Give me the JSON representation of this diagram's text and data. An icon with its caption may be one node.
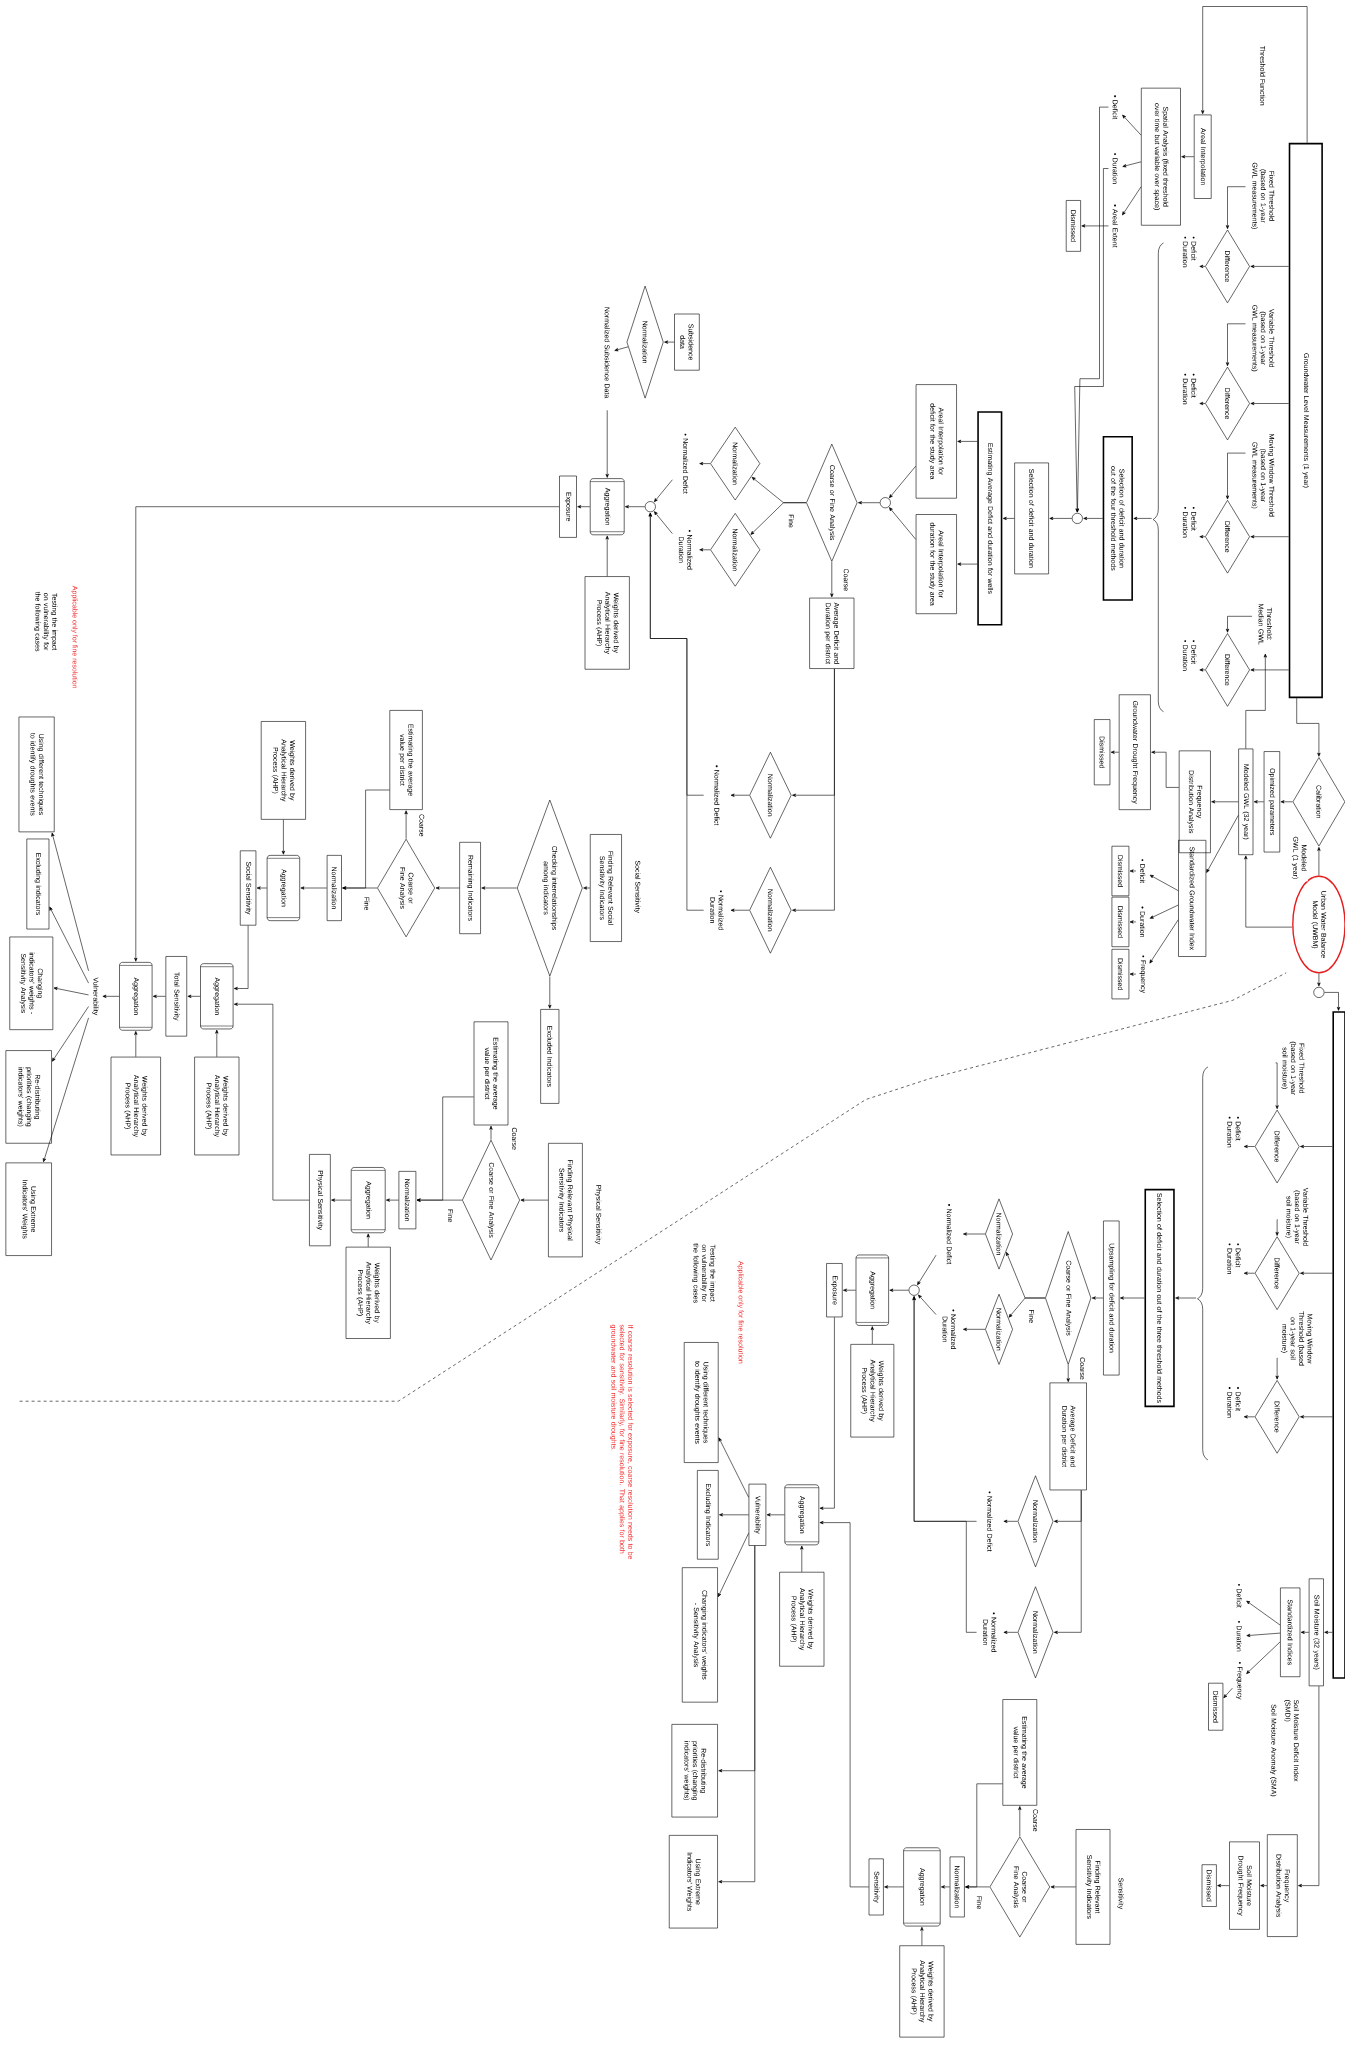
{
  "diagram": {
    "nodes": [
      {
        "text": [
          "Groundwater Level Measurements (1 year)"
        ]
      },
      {
        "text": [
          "Fixed Threshold (based on 1-year GWL measurements)"
        ]
      },
      {
        "text": [
          "Difference"
        ]
      },
      {
        "text": [
          "• Deficit",
          "• Duration"
        ]
      },
      {
        "text": [
          "Variable Threshold (based on 1-year GWL measurements)"
        ]
      },
      {
        "text": [
          "Difference"
        ]
      },
      {
        "text": [
          "• Deficit",
          "• Duration"
        ]
      },
      {
        "text": [
          "Moving Window Threshold (based on 1-year GWL measurements)"
        ]
      },
      {
        "text": [
          "Difference"
        ]
      },
      {
        "text": [
          "• Deficit",
          "• Duration"
        ]
      },
      {
        "text": [
          "Threshold: Median GWL"
        ]
      },
      {
        "text": [
          "Difference"
        ]
      },
      {
        "text": [
          "• Deficit",
          "• Duration"
        ]
      },
      {
        "text": [
          "Areal Interpolation"
        ]
      },
      {
        "text": [
          "Spatial Analysis (fixed threshold over time but variable over space)"
        ]
      },
      {
        "text": [
          "• Deficit"
        ]
      },
      {
        "text": [
          "• Duration"
        ]
      },
      {
        "text": [
          "• Areal Extent"
        ]
      },
      {
        "text": [
          "Dismissed"
        ]
      },
      {
        "text": [
          "Selection of deficit and duration out of the four threshold methods"
        ]
      },
      {
        "text": [],
        "shape": "circle"
      },
      {
        "text": [
          "Selection of deficit and duration"
        ]
      },
      {
        "text": [
          "Estimating Average Defict and duration for wells"
        ]
      },
      {
        "text": [
          "Areal Interpolation for deficit for the study area"
        ]
      },
      {
        "text": [
          "Areal Interpolation for duration for the study area"
        ]
      },
      {
        "text": [],
        "shape": "circle"
      },
      {
        "text": [
          "Coarse or Fine Analysis"
        ]
      },
      {
        "text": [
          "Normalization"
        ]
      },
      {
        "text": [
          "Normalization"
        ]
      },
      {
        "text": [
          "• Normalized Defict"
        ]
      },
      {
        "text": [
          "• Normalized Duration"
        ]
      },
      {
        "text": [],
        "shape": "circle"
      },
      {
        "text": [
          "Aggregation"
        ]
      },
      {
        "text": [
          "Average Deficit and Duration per district"
        ]
      },
      {
        "text": [
          "Normalization"
        ]
      },
      {
        "text": [
          "Normalization"
        ]
      },
      {
        "text": [
          "• Normalized Defict"
        ]
      },
      {
        "text": [
          "• Normalized Duration"
        ]
      },
      {
        "text": [
          "Subsidence data"
        ]
      },
      {
        "text": [
          "Normalization"
        ]
      },
      {
        "text": [
          "Normalized Subsidence Data"
        ]
      },
      {
        "text": [
          "Weights derived by Analytical Hierarchy Process (AHP)"
        ]
      },
      {
        "text": [
          "Exposure"
        ]
      },
      {
        "text": [
          "Finding Relevant Social Sensitivity Indicators"
        ]
      },
      {
        "text": [
          "Checking interrelationships among indicators"
        ]
      },
      {
        "text": [
          "Remaining Indicators"
        ]
      },
      {
        "text": [
          "Excluded Indicators"
        ]
      },
      {
        "text": [
          "Coarse or Fine Analysis"
        ]
      },
      {
        "text": [
          "Estimating the average value per district"
        ]
      },
      {
        "text": [
          "Normalization"
        ]
      },
      {
        "text": [
          "Aggregation"
        ]
      },
      {
        "text": [
          "Weights derived by Analytical Hierarchy Process (AHP)"
        ]
      },
      {
        "text": [
          "Social Sensitivity"
        ]
      },
      {
        "text": [
          "Finding Relevant Physical Sensitivity Indicators"
        ]
      },
      {
        "text": [
          "Coarse or Fine Analysis"
        ]
      },
      {
        "text": [
          "Estimating the average value per district"
        ]
      },
      {
        "text": [
          "Normalization"
        ]
      },
      {
        "text": [
          "Aggregation"
        ]
      },
      {
        "text": [
          "Weights derived by Analytical Hierarchy Process (AHP)"
        ]
      },
      {
        "text": [
          "Physical Sensitivity"
        ]
      },
      {
        "text": [
          "Aggregation"
        ]
      },
      {
        "text": [
          "Weights derived by Analytical Hierarchy Process (AHP)"
        ]
      },
      {
        "text": [
          "Total Sensitivity"
        ]
      },
      {
        "text": [
          "Aggregation"
        ]
      },
      {
        "text": [
          "Weights derived by Analytical Hierarchy Process (AHP)"
        ]
      },
      {
        "text": [
          "Vulnerability"
        ]
      },
      {
        "text": [
          "Using different techniques to identify droughts events"
        ]
      },
      {
        "text": [
          "Excluding indicators"
        ]
      },
      {
        "text": [
          "Changing indicators' weights - Sensitivity Analysis"
        ]
      },
      {
        "text": [
          "Re-distributing priorities (changing indicators' weights)"
        ]
      },
      {
        "text": [
          "Using Extreme Indicators' Weights"
        ]
      },
      {
        "text": [
          "Calibration"
        ]
      },
      {
        "text": [
          "Urban Water Balance Model (UWBM)"
        ]
      },
      {
        "text": [
          "Opimized parameters"
        ]
      },
      {
        "text": [
          "Modeled GWL (32 year)"
        ]
      },
      {
        "text": [
          "Frequency Distribution Analysis"
        ]
      },
      {
        "text": [
          "Groundwater Drought Frequency"
        ]
      },
      {
        "text": [
          "Dismissed"
        ]
      },
      {
        "text": [
          "Standardized Groundwater Index"
        ]
      },
      {
        "text": [
          "• Deficit"
        ]
      },
      {
        "text": [
          "• Duration"
        ]
      },
      {
        "text": [
          "• Frequency"
        ]
      },
      {
        "text": [
          "Dismissed"
        ]
      },
      {
        "text": [
          "Dismissed"
        ]
      },
      {
        "text": [
          "Dismissed"
        ]
      },
      {
        "text": [],
        "shape": "circle"
      },
      {
        "text": [],
        "shape": "box"
      },
      {
        "text": [
          "Fixed Threshold (based on 1-year soil moisture)"
        ]
      },
      {
        "text": [
          "Difference"
        ]
      },
      {
        "text": [
          "• Deficit",
          "• Duration"
        ]
      },
      {
        "text": [
          "Variable Threshold (based on 1-year soil moisture)"
        ]
      },
      {
        "text": [
          "Difference"
        ]
      },
      {
        "text": [
          "• Deficit",
          "• Duration"
        ]
      },
      {
        "text": [
          "Moving Window Threshold (based on 1-year soil moisture)"
        ]
      },
      {
        "text": [
          "Difference"
        ]
      },
      {
        "text": [
          "• Deficit",
          "• Duration"
        ]
      },
      {
        "text": [
          "Selection of deficit and duration out of the three threshold methods"
        ]
      },
      {
        "text": [
          "Upsampling for deficit and duration"
        ]
      },
      {
        "text": [
          "Coarse or Fine Analysis"
        ]
      },
      {
        "text": [
          "Normalization"
        ]
      },
      {
        "text": [
          "Normalization"
        ]
      },
      {
        "text": [
          "• Normalized Defict"
        ]
      },
      {
        "text": [
          "• Normalized Duration"
        ]
      },
      {
        "text": [],
        "shape": "circle"
      },
      {
        "text": [
          "Average Deficit and Duration per district"
        ]
      },
      {
        "text": [
          "Normalization"
        ]
      },
      {
        "text": [
          "Normalization"
        ]
      },
      {
        "text": [
          "• Normalized Defict"
        ]
      },
      {
        "text": [
          "• Normalized Duration"
        ]
      },
      {
        "text": [
          "Aggregation"
        ]
      },
      {
        "text": [
          "Weights derived by Analytical Hierarchy Process (AHP)"
        ]
      },
      {
        "text": [
          "Exposure"
        ]
      },
      {
        "text": [
          "Finding Relevant Sensitivity Indicators"
        ]
      },
      {
        "text": [
          "Coarse or Fine Analysis"
        ]
      },
      {
        "text": [
          "Estimating the average value per district"
        ]
      },
      {
        "text": [
          "Normalization"
        ]
      },
      {
        "text": [
          "Aggregation"
        ]
      },
      {
        "text": [
          "Weights derived by Analytical Hierarchy Process (AHP)"
        ]
      },
      {
        "text": [
          "Sensitivity"
        ]
      },
      {
        "text": [
          "Aggregation"
        ]
      },
      {
        "text": [
          "Weights derived by Analytical Hierarchy Process (AHP)"
        ]
      },
      {
        "text": [
          "Vulnerability"
        ]
      },
      {
        "text": [
          "Using different techniques to identify droughts events"
        ]
      },
      {
        "text": [
          "Excluding Indicators"
        ]
      },
      {
        "text": [
          "Changing indicators' weights - Sensitivity Analysis"
        ]
      },
      {
        "text": [
          "Re-distributing priorities (changing indicators' weights)"
        ]
      },
      {
        "text": [
          "Using Extreme Indicators' Weights"
        ]
      },
      {
        "text": [
          "Soil Moisture (32 years)"
        ]
      },
      {
        "text": [
          "Standardized Indices"
        ],
        "beside": [
          "Soil Moisture Deficit Index (SMDI)",
          "Soil Moisture Anomaly (SMA)"
        ]
      },
      {
        "text": [
          "• Deficit"
        ]
      },
      {
        "text": [
          "• Duration"
        ]
      },
      {
        "text": [
          "• Frequency"
        ]
      },
      {
        "text": [
          "Dismissed"
        ]
      },
      {
        "text": [
          "Frequency Distribution Analysis"
        ]
      },
      {
        "text": [
          "Soil Moisture Drought Frequency"
        ]
      },
      {
        "text": [
          "Dismissed"
        ]
      },
      {
        "text": [],
        "shape": "brace"
      },
      {
        "text": [],
        "shape": "brace"
      }
    ],
    "edges": [
      {
        "from": 0,
        "to": 2,
        "arrow": "to"
      },
      {
        "from": 0,
        "to": 5,
        "arrow": "to"
      },
      {
        "from": 0,
        "to": 8,
        "arrow": "to"
      },
      {
        "from": 0,
        "to": 11,
        "arrow": "to"
      },
      {
        "from": 1,
        "to": 2,
        "arrow": "to"
      },
      {
        "from": 4,
        "to": 5,
        "arrow": "to"
      },
      {
        "from": 7,
        "to": 8,
        "arrow": "to"
      },
      {
        "from": 10,
        "to": 11,
        "arrow": "to"
      },
      {
        "from": 2,
        "to": 3,
        "arrow": "to"
      },
      {
        "from": 5,
        "to": 6,
        "arrow": "to"
      },
      {
        "from": 8,
        "to": 9,
        "arrow": "to"
      },
      {
        "from": 11,
        "to": 12,
        "arrow": "to"
      },
      {
        "from": 0,
        "to": 13,
        "arrow": "to"
      },
      {
        "from": 13,
        "to": 14,
        "arrow": "to"
      },
      {
        "from": 14,
        "to": 15,
        "arrow": "to"
      },
      {
        "from": 14,
        "to": 16,
        "arrow": "to"
      },
      {
        "from": 14,
        "to": 17,
        "arrow": "to"
      },
      {
        "from": 17,
        "to": 18,
        "arrow": "to"
      },
      {
        "from": 15,
        "to": 20,
        "arrow": "to"
      },
      {
        "from": 16,
        "to": 20,
        "arrow": "to"
      },
      {
        "from": 136,
        "to": 19,
        "arrow": "to"
      },
      {
        "from": 19,
        "to": 20,
        "arrow": "to"
      },
      {
        "from": 20,
        "to": 21,
        "arrow": "to"
      },
      {
        "from": 21,
        "to": 22,
        "arrow": "to"
      },
      {
        "from": 22,
        "to": 23,
        "arrow": "to"
      },
      {
        "from": 22,
        "to": 24,
        "arrow": "to"
      },
      {
        "from": 23,
        "to": 25,
        "arrow": "to"
      },
      {
        "from": 24,
        "to": 25,
        "arrow": "to"
      },
      {
        "from": 25,
        "to": 26,
        "arrow": "to"
      },
      {
        "from": 26,
        "to": 27,
        "arrow": "to",
        "label": "Fine"
      },
      {
        "from": 26,
        "to": 28,
        "arrow": "to"
      },
      {
        "from": 27,
        "to": 29,
        "arrow": "to"
      },
      {
        "from": 28,
        "to": 30,
        "arrow": "to"
      },
      {
        "from": 29,
        "to": 31,
        "arrow": "to"
      },
      {
        "from": 30,
        "to": 31,
        "arrow": "to"
      },
      {
        "from": 26,
        "to": 33,
        "arrow": "to",
        "label": "Coarse"
      },
      {
        "from": 33,
        "to": 34,
        "arrow": "to"
      },
      {
        "from": 33,
        "to": 35,
        "arrow": "to"
      },
      {
        "from": 34,
        "to": 36,
        "arrow": "to"
      },
      {
        "from": 35,
        "to": 37,
        "arrow": "to"
      },
      {
        "from": 36,
        "to": 31,
        "arrow": "to"
      },
      {
        "from": 37,
        "to": 31,
        "arrow": "to"
      },
      {
        "from": 31,
        "to": 32,
        "arrow": "to"
      },
      {
        "from": 38,
        "to": 39,
        "arrow": "to"
      },
      {
        "from": 39,
        "to": 40,
        "arrow": "to"
      },
      {
        "from": 40,
        "to": 32,
        "arrow": "to"
      },
      {
        "from": 41,
        "to": 32,
        "arrow": "to"
      },
      {
        "from": 32,
        "to": 42,
        "arrow": "to"
      },
      {
        "from": 42,
        "to": 63,
        "arrow": "to"
      },
      {
        "from": 43,
        "to": 44,
        "arrow": "to"
      },
      {
        "from": 44,
        "to": 45,
        "arrow": "to"
      },
      {
        "from": 44,
        "to": 46,
        "arrow": "to"
      },
      {
        "from": 45,
        "to": 47,
        "arrow": "to"
      },
      {
        "from": 47,
        "to": 48,
        "arrow": "to",
        "label": "Coarse"
      },
      {
        "from": 47,
        "to": 49,
        "arrow": "to",
        "label": "Fine"
      },
      {
        "from": 48,
        "to": 49,
        "arrow": "to"
      },
      {
        "from": 49,
        "to": 50,
        "arrow": "to"
      },
      {
        "from": 51,
        "to": 50,
        "arrow": "to"
      },
      {
        "from": 50,
        "to": 52,
        "arrow": "to"
      },
      {
        "from": 52,
        "to": 60,
        "arrow": "to"
      },
      {
        "from": 53,
        "to": 54,
        "arrow": "to"
      },
      {
        "from": 54,
        "to": 55,
        "arrow": "to",
        "label": "Coarse"
      },
      {
        "from": 54,
        "to": 56,
        "arrow": "to",
        "label": "Fine"
      },
      {
        "from": 55,
        "to": 56,
        "arrow": "to"
      },
      {
        "from": 56,
        "to": 57,
        "arrow": "to"
      },
      {
        "from": 58,
        "to": 57,
        "arrow": "to"
      },
      {
        "from": 57,
        "to": 59,
        "arrow": "to"
      },
      {
        "from": 59,
        "to": 60,
        "arrow": "to"
      },
      {
        "from": 61,
        "to": 60,
        "arrow": "to"
      },
      {
        "from": 60,
        "to": 62,
        "arrow": "to"
      },
      {
        "from": 62,
        "to": 63,
        "arrow": "to"
      },
      {
        "from": 64,
        "to": 63,
        "arrow": "to"
      },
      {
        "from": 63,
        "to": 65,
        "arrow": "to"
      },
      {
        "from": 65,
        "to": 66,
        "arrow": "to"
      },
      {
        "from": 65,
        "to": 67,
        "arrow": "to"
      },
      {
        "from": 65,
        "to": 68,
        "arrow": "to"
      },
      {
        "from": 65,
        "to": 69,
        "arrow": "to"
      },
      {
        "from": 65,
        "to": 70,
        "arrow": "to"
      },
      {
        "from": 0,
        "to": 71,
        "arrow": "to"
      },
      {
        "from": 72,
        "to": 71,
        "arrow": "to",
        "label": "Modeled GWL (1 year)"
      },
      {
        "from": 71,
        "to": 73,
        "arrow": "to"
      },
      {
        "from": 73,
        "to": 74,
        "arrow": "to"
      },
      {
        "from": 72,
        "to": 74,
        "arrow": "to"
      },
      {
        "from": 74,
        "to": 10,
        "arrow": "to"
      },
      {
        "from": 74,
        "to": 75,
        "arrow": "to"
      },
      {
        "from": 75,
        "to": 76,
        "arrow": "to"
      },
      {
        "from": 76,
        "to": 77,
        "arrow": "to"
      },
      {
        "from": 74,
        "to": 78,
        "arrow": "to"
      },
      {
        "from": 78,
        "to": 79,
        "arrow": "to"
      },
      {
        "from": 78,
        "to": 80,
        "arrow": "to"
      },
      {
        "from": 78,
        "to": 81,
        "arrow": "to"
      },
      {
        "from": 79,
        "to": 82,
        "arrow": "to"
      },
      {
        "from": 80,
        "to": 83,
        "arrow": "to"
      },
      {
        "from": 81,
        "to": 84,
        "arrow": "to"
      },
      {
        "from": 72,
        "to": 85,
        "arrow": "to"
      },
      {
        "from": 85,
        "to": 86,
        "arrow": "to"
      },
      {
        "from": 86,
        "to": 88,
        "arrow": "to"
      },
      {
        "from": 86,
        "to": 91,
        "arrow": "to"
      },
      {
        "from": 86,
        "to": 94,
        "arrow": "to"
      },
      {
        "from": 87,
        "to": 88,
        "arrow": "to"
      },
      {
        "from": 90,
        "to": 91,
        "arrow": "to"
      },
      {
        "from": 93,
        "to": 94,
        "arrow": "to"
      },
      {
        "from": 88,
        "to": 89,
        "arrow": "to"
      },
      {
        "from": 91,
        "to": 92,
        "arrow": "to"
      },
      {
        "from": 94,
        "to": 95,
        "arrow": "to"
      },
      {
        "from": 137,
        "to": 96,
        "arrow": "to"
      },
      {
        "from": 96,
        "to": 97,
        "arrow": "to"
      },
      {
        "from": 97,
        "to": 98,
        "arrow": "to"
      },
      {
        "from": 98,
        "to": 99,
        "arrow": "to",
        "label": "Fine"
      },
      {
        "from": 98,
        "to": 100,
        "arrow": "to"
      },
      {
        "from": 99,
        "to": 101,
        "arrow": "to"
      },
      {
        "from": 100,
        "to": 102,
        "arrow": "to"
      },
      {
        "from": 101,
        "to": 103,
        "arrow": "to"
      },
      {
        "from": 102,
        "to": 103,
        "arrow": "to"
      },
      {
        "from": 98,
        "to": 104,
        "arrow": "to",
        "label": "Coarse"
      },
      {
        "from": 104,
        "to": 105,
        "arrow": "to"
      },
      {
        "from": 104,
        "to": 106,
        "arrow": "to"
      },
      {
        "from": 105,
        "to": 107,
        "arrow": "to"
      },
      {
        "from": 106,
        "to": 108,
        "arrow": "to"
      },
      {
        "from": 107,
        "to": 103,
        "arrow": "to"
      },
      {
        "from": 108,
        "to": 103,
        "arrow": "to"
      },
      {
        "from": 103,
        "to": 109,
        "arrow": "to"
      },
      {
        "from": 110,
        "to": 109,
        "arrow": "to"
      },
      {
        "from": 109,
        "to": 111,
        "arrow": "to"
      },
      {
        "from": 111,
        "to": 119,
        "arrow": "to"
      },
      {
        "from": 112,
        "to": 113,
        "arrow": "to"
      },
      {
        "from": 113,
        "to": 114,
        "arrow": "to",
        "label": "Coarse"
      },
      {
        "from": 113,
        "to": 115,
        "arrow": "to",
        "label": "Fine"
      },
      {
        "from": 114,
        "to": 115,
        "arrow": "to"
      },
      {
        "from": 115,
        "to": 116,
        "arrow": "to"
      },
      {
        "from": 117,
        "to": 116,
        "arrow": "to"
      },
      {
        "from": 116,
        "to": 118,
        "arrow": "to"
      },
      {
        "from": 118,
        "to": 119,
        "arrow": "to"
      },
      {
        "from": 120,
        "to": 119,
        "arrow": "to"
      },
      {
        "from": 119,
        "to": 121,
        "arrow": "to"
      },
      {
        "from": 121,
        "to": 122,
        "arrow": "to"
      },
      {
        "from": 121,
        "to": 123,
        "arrow": "to"
      },
      {
        "from": 121,
        "to": 124,
        "arrow": "to"
      },
      {
        "from": 121,
        "to": 125,
        "arrow": "to"
      },
      {
        "from": 121,
        "to": 126,
        "arrow": "to"
      },
      {
        "from": 86,
        "to": 127,
        "arrow": "to"
      },
      {
        "from": 127,
        "to": 128,
        "arrow": "to"
      },
      {
        "from": 128,
        "to": 129,
        "arrow": "to"
      },
      {
        "from": 128,
        "to": 130,
        "arrow": "to"
      },
      {
        "from": 128,
        "to": 131,
        "arrow": "to"
      },
      {
        "from": 131,
        "to": 132,
        "arrow": "to"
      },
      {
        "from": 127,
        "to": 133,
        "arrow": "to"
      },
      {
        "from": 133,
        "to": 134,
        "arrow": "to"
      },
      {
        "from": 134,
        "to": 135,
        "arrow": "to"
      }
    ],
    "labels": [
      "Threshold Function",
      "Social Sensitivity",
      "Physical Sensitivity",
      "Testing the impact on vulnerability for the following cases",
      "Applicable only for fine resolution",
      "Sensitivity",
      "Applicable only for fine resolution",
      "Testing the impact on vulnerability for the following cases",
      "If coarse resolution is selected for exposure, coarse resolution needs to be selected for sensitivity. Similarly, for fine resolution. That applies for both groundwater and soil moisture droughts."
    ]
  }
}
